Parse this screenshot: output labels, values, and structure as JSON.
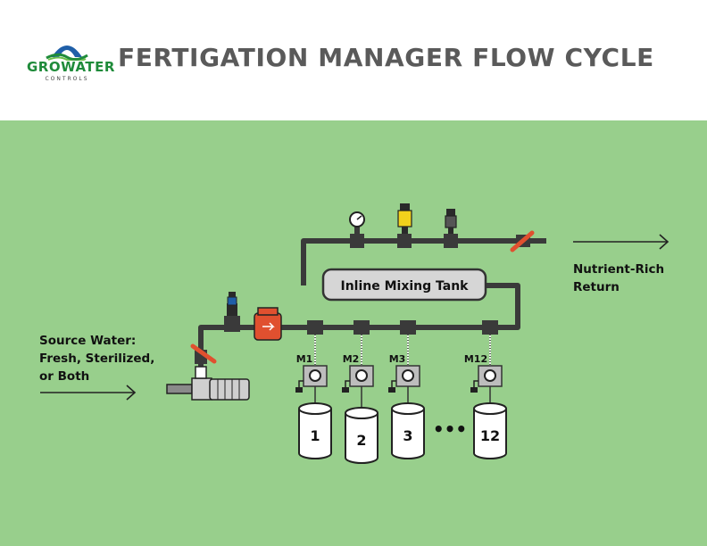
{
  "header": {
    "brand": "GROWATER",
    "brand_sub": "CONTROLS",
    "title": "FERTIGATION MANAGER FLOW CYCLE"
  },
  "diagram": {
    "source_line1": "Source Water:",
    "source_line2": "Fresh, Sterilized,",
    "source_line3": "or Both",
    "return_line1": "Nutrient-Rich",
    "return_line2": "Return",
    "tank_label": "Inline Mixing Tank",
    "ellipsis": "•••",
    "modules": [
      {
        "label": "M1",
        "tank": "1"
      },
      {
        "label": "M2",
        "tank": "2"
      },
      {
        "label": "M3",
        "tank": "3"
      },
      {
        "label": "M12",
        "tank": "12"
      }
    ]
  },
  "colors": {
    "background": "#98cf8c",
    "pipe": "#3a3a3a",
    "brand_green": "#1f8b3a",
    "brand_blue": "#1f5fa8",
    "valve_red": "#e0502f",
    "sensor_yellow": "#f2d21c",
    "title_gray": "#5a5a5a"
  }
}
